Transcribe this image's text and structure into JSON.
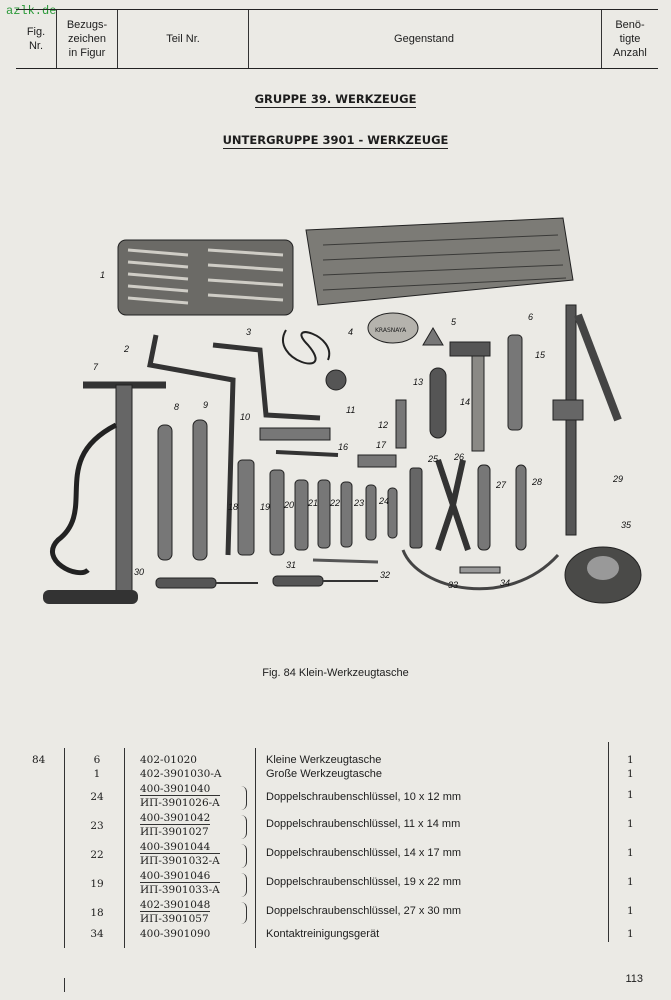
{
  "watermark": "azlk.de",
  "header": {
    "fig_nr": "Fig.\nNr.",
    "bezug": "Bezugs-\nzeichen\nin Figur",
    "teil": "Teil Nr.",
    "gegenstand": "Gegenstand",
    "anzahl": "Benö-\ntigte\nAnzahl"
  },
  "group_title": "GRUPPE 39. WERKZEUGE",
  "subgroup_title": "UNTERGRUPPE 3901 - WERKZEUGE",
  "figure": {
    "labels": [
      "1",
      "2",
      "3",
      "4",
      "5",
      "6",
      "7",
      "8",
      "9",
      "10",
      "11",
      "12",
      "13",
      "14",
      "15",
      "16",
      "17",
      "18",
      "19",
      "20",
      "21",
      "22",
      "23",
      "24",
      "25",
      "26",
      "27",
      "28",
      "29",
      "30",
      "31",
      "32",
      "33",
      "34",
      "35"
    ],
    "tin_text": "KRASNAYA"
  },
  "caption": "Fig. 84 Klein-Werkzeugtasche",
  "fig_number": "84",
  "rows": [
    {
      "ref": "6",
      "part": "402-01020",
      "part2": "",
      "desc": "Kleine Werkzeugtasche",
      "qty": "1"
    },
    {
      "ref": "1",
      "part": "402-3901030-A",
      "part2": "",
      "desc": "Große Werkzeugtasche",
      "qty": "1"
    },
    {
      "ref": "24",
      "part": "400-3901040",
      "part2": "ИП-3901026-A",
      "desc": "Doppelschraubenschlüssel, 10 x 12 mm",
      "qty": "1"
    },
    {
      "ref": "23",
      "part": "400-3901042",
      "part2": "ИП-3901027",
      "desc": "Doppelschraubenschlüssel, 11 x 14 mm",
      "qty": "1"
    },
    {
      "ref": "22",
      "part": "400-3901044",
      "part2": "ИП-3901032-A",
      "desc": "Doppelschraubenschlüssel, 14 x 17 mm",
      "qty": "1"
    },
    {
      "ref": "19",
      "part": "400-3901046",
      "part2": "ИП-3901033-A",
      "desc": "Doppelschraubenschlüssel, 19 x 22 mm",
      "qty": "1"
    },
    {
      "ref": "18",
      "part": "402-3901048",
      "part2": "ИП-3901057",
      "desc": "Doppelschraubenschlüssel, 27 x 30 mm",
      "qty": "1"
    },
    {
      "ref": "34",
      "part": "400-3901090",
      "part2": "",
      "desc": "Kontaktreinigungsgerät",
      "qty": "1"
    }
  ],
  "page_number": "113"
}
